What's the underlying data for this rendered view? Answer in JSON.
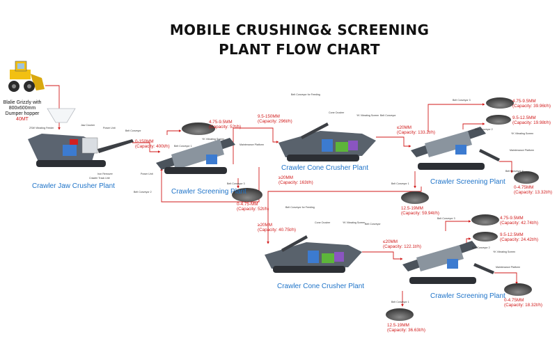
{
  "title": {
    "line1": "MOBILE CRUSHING& SCREENING",
    "line2": "PLANT FLOW CHART"
  },
  "hopper": {
    "line1": "Blalie Grizzly with",
    "line2": "800x600mm",
    "line3": "Dumper hopper",
    "line4": "40MT"
  },
  "machines": {
    "jaw": "Crawler Jaw Crusher Plant",
    "screen1": "Crawler Screening Plant",
    "cone1": "Crawler Cone Crusher Plant",
    "screen2": "Crawler Screening Plant",
    "cone2": "Crawler Cone Crusher Plant",
    "screen3": "Crawler Screening Plant"
  },
  "outputs": {
    "jaw_out_size": "0-150MM",
    "jaw_out_cap": "(Capacity: 400t/h)",
    "s1_a_size": "4.75-9.5MM",
    "s1_a_cap": "(Capacity: 52t/h)",
    "s1_b_size": "0-4.75-MM",
    "s1_b_cap": "(Capacity: 52t/h)",
    "s1_oversize_size": "9.5-150MM",
    "s1_oversize_cap": "(Capacity: 296t/h)",
    "c1_return_size": "≥20MM",
    "c1_return_cap": "(Capacity: 163t/h)",
    "c1_out_size": "≤20MM",
    "c1_out_cap": "(Capacity:  133.2t/h)",
    "s2_a_size": "4.75-9.5MM",
    "s2_a_cap": "(Capacity:  39.96t/h)",
    "s2_b_size": "9.5-12.5MM",
    "s2_b_cap": "(Capacity: 19.98t/h)",
    "s2_c_size": "0-4.75MM",
    "s2_c_cap": "(Capacity: 13.32t/h)",
    "s2_d_size": "12.5-19MM",
    "s2_d_cap": "(Capacity: 59.94t/h)",
    "c2_in_size": "≥20MM",
    "c2_in_cap": "(Capacity: 40.75t/h)",
    "c2_out_size": "≤20MM",
    "c2_out_cap": "(Capacity: 122.1t/h)",
    "s3_a_size": "4.75-9.5MM",
    "s3_a_cap": "(Capacity: 42.74t/h)",
    "s3_b_size": "9.5-12.5MM",
    "s3_b_cap": "(Capacity: 24.42t/h)",
    "s3_c_size": "0-4.75MM",
    "s3_c_cap": "(Capacity: 18.32t/h)",
    "s3_d_size": "12.5-19MM",
    "s3_d_cap": "(Capacity: 36.63t/h)"
  },
  "parts": {
    "jaw": [
      "ZSW Vibrating Feeder",
      "Jaw Crusher",
      "Power Unit",
      "Belt Conveyor",
      "Iron Remover",
      "Crawler Track Unit"
    ],
    "screen1": [
      "Belt Conveyor 1",
      "YK Vibrating Screen",
      "Maintenance Platform",
      "Power Unit",
      "Belt Conveyor 2",
      "Belt Conveyor 3"
    ],
    "cone1": [
      "Belt Conveyor for Feeding",
      "Cone Crusher",
      "YK Vibrating Screen",
      "Belt Conveyor"
    ],
    "screen2": [
      "Belt Conveyor 3",
      "Belt Conveyor 2",
      "YK Vibrating Screen",
      "Maintenance Platform",
      "Belt Conveyor 4",
      "Belt Conveyor 1"
    ],
    "cone2": [
      "Belt Conveyor for Feeding",
      "Cone Crusher",
      "YK Vibrating Screen",
      "Belt Conveyor"
    ],
    "screen3": [
      "Belt Conveyor 3",
      "Belt Conveyor 2",
      "YK Vibrating Screen",
      "Maintenance Platform",
      "Belt Conveyor 1"
    ]
  },
  "colors": {
    "flow_line": "#d11a1a",
    "machine_label": "#1e73c8",
    "steel": "#6a7380",
    "belt": "#3c7bd0",
    "screen_green": "#5db53a",
    "screen_purple": "#8a55c0",
    "loader_yellow": "#f2c012"
  }
}
